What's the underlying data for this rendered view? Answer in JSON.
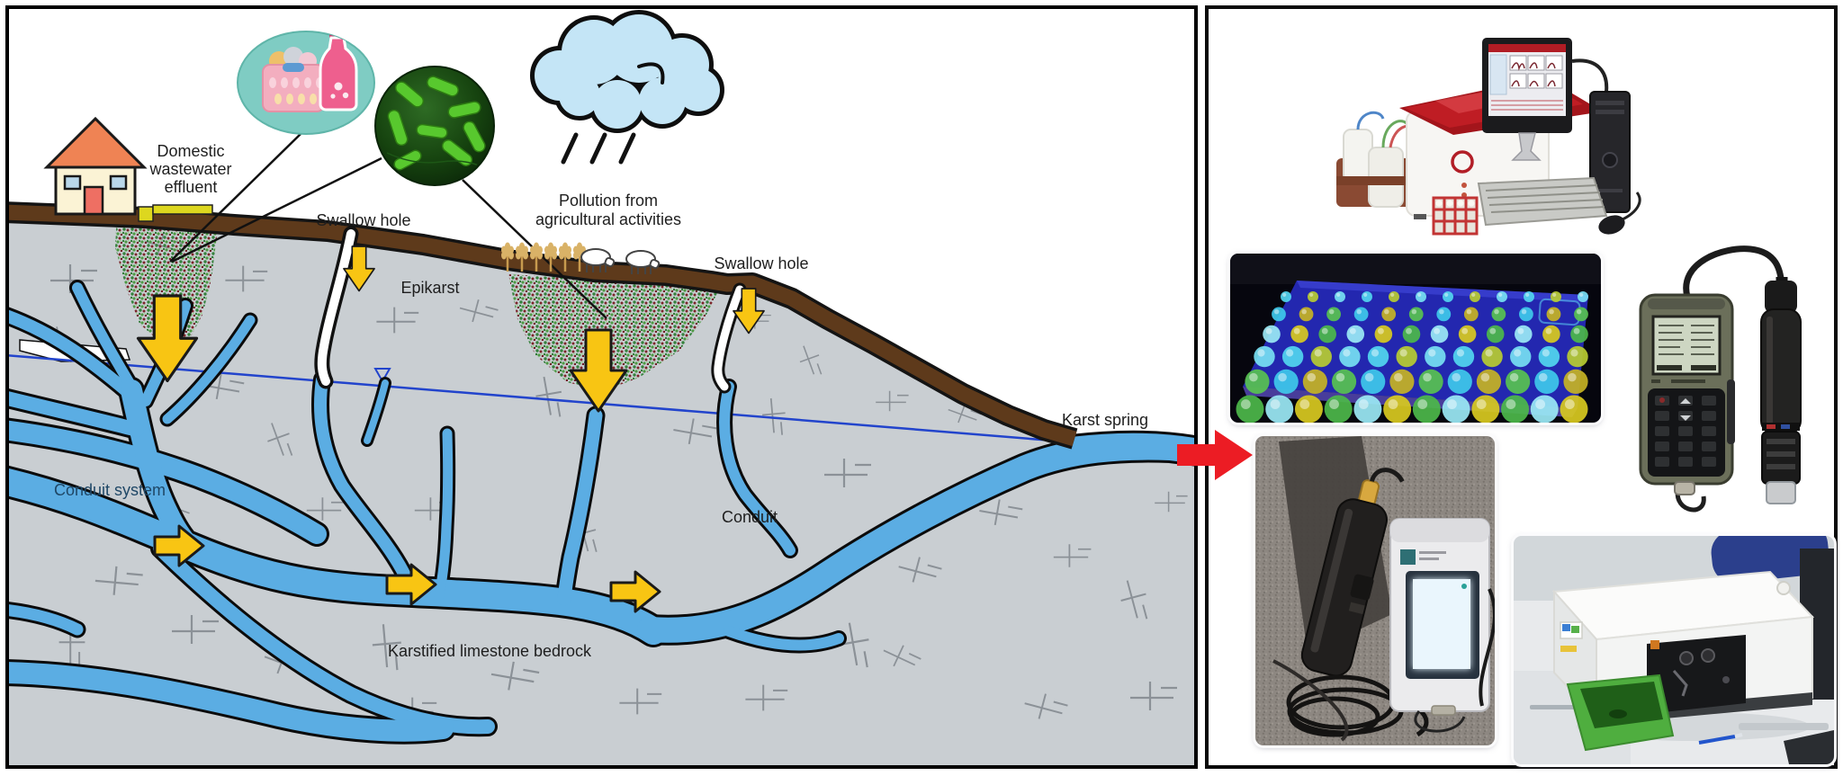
{
  "figure": {
    "left": {
      "labels": {
        "domestic": [
          "Domestic",
          "wastewater",
          "effluent"
        ],
        "swallow_hole_1": "Swallow hole",
        "epikarst": "Epikarst",
        "pollution": [
          "Pollution from",
          "agricultural activities"
        ],
        "swallow_hole_2": "Swallow hole",
        "karst_spring": "Karst spring",
        "conduit_system": "Conduit system",
        "conduit": "Conduit",
        "bedrock": "Karstified limestone bedrock"
      },
      "icons": [
        "house-icon",
        "laundry-detergent-inset",
        "bacteria-inset",
        "rain-cloud-icon",
        "wheat-crop-icon",
        "cattle-icon",
        "infiltration-arrow-icon",
        "flow-arrow-icon",
        "water-table-marker-icon"
      ],
      "colors": {
        "bedrock": "#C9CED2",
        "water": "#5BADE3",
        "soil": "#5E3A1B",
        "arrow_yellow": "#F8C513",
        "water_table_line": "#2244CC",
        "label_text": "#1E1E1E",
        "conduit_system_text": "#1F4766"
      }
    },
    "connector": {
      "name": "karst-spring-to-analysis-arrow",
      "color": "#EC1C24"
    },
    "right": {
      "photos": [
        {
          "name": "flow-cytometry-workstation"
        },
        {
          "name": "microplate-under-uv-light"
        },
        {
          "name": "handheld-multiparameter-water-quality-meter"
        },
        {
          "name": "portable-field-fluorometer"
        },
        {
          "name": "benchtop-spectrofluorometer"
        }
      ]
    }
  }
}
